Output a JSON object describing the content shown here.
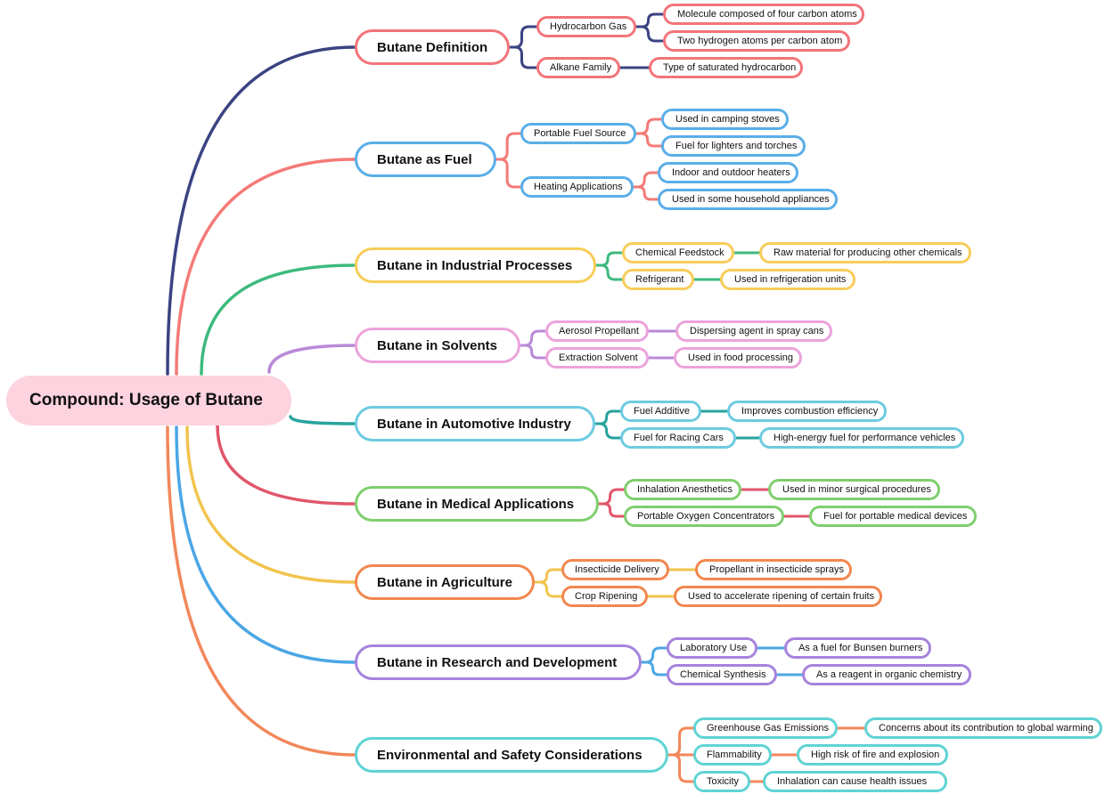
{
  "root": {
    "label": "Compound: Usage of Butane"
  },
  "branches": [
    {
      "label": "Butane Definition",
      "line_color": "#3b4382",
      "box_color": "#f27479",
      "children": [
        {
          "label": "Hydrocarbon Gas",
          "leaves": [
            "Molecule composed of four carbon atoms",
            "Two hydrogen atoms per carbon atom"
          ]
        },
        {
          "label": "Alkane Family",
          "leaves": [
            "Type of saturated hydrocarbon"
          ]
        }
      ]
    },
    {
      "label": "Butane as Fuel",
      "line_color": "#f47a77",
      "box_color": "#5aaee8",
      "children": [
        {
          "label": "Portable Fuel Source",
          "leaves": [
            "Used in camping stoves",
            "Fuel for lighters and torches"
          ]
        },
        {
          "label": "Heating Applications",
          "leaves": [
            "Indoor and outdoor heaters",
            "Used in some household appliances"
          ]
        }
      ]
    },
    {
      "label": "Butane in Industrial Processes",
      "line_color": "#3dba7e",
      "box_color": "#f7cc58",
      "children": [
        {
          "label": "Chemical Feedstock",
          "leaves": [
            "Raw material for producing other chemicals"
          ]
        },
        {
          "label": "Refrigerant",
          "leaves": [
            "Used in refrigeration units"
          ]
        }
      ]
    },
    {
      "label": "Butane in Solvents",
      "line_color": "#b98ad8",
      "box_color": "#eca3db",
      "children": [
        {
          "label": "Aerosol Propellant",
          "leaves": [
            "Dispersing agent in spray cans"
          ]
        },
        {
          "label": "Extraction Solvent",
          "leaves": [
            "Used in food processing"
          ]
        }
      ]
    },
    {
      "label": "Butane in Automotive Industry",
      "line_color": "#27a39d",
      "box_color": "#6ccbe0",
      "children": [
        {
          "label": "Fuel Additive",
          "leaves": [
            "Improves combustion efficiency"
          ]
        },
        {
          "label": "Fuel for Racing Cars",
          "leaves": [
            "High-energy fuel for performance vehicles"
          ]
        }
      ]
    },
    {
      "label": "Butane in Medical Applications",
      "line_color": "#e0566a",
      "box_color": "#7fcf6e",
      "children": [
        {
          "label": "Inhalation Anesthetics",
          "leaves": [
            "Used in minor surgical procedures"
          ]
        },
        {
          "label": "Portable Oxygen Concentrators",
          "leaves": [
            "Fuel for portable medical devices"
          ]
        }
      ]
    },
    {
      "label": "Butane in Agriculture",
      "line_color": "#f1c44e",
      "box_color": "#f2874f",
      "children": [
        {
          "label": "Insecticide Delivery",
          "leaves": [
            "Propellant in insecticide sprays"
          ]
        },
        {
          "label": "Crop Ripening",
          "leaves": [
            "Used to accelerate ripening of certain fruits"
          ]
        }
      ]
    },
    {
      "label": "Butane in Research and Development",
      "line_color": "#4ba6e5",
      "box_color": "#a683dd",
      "children": [
        {
          "label": "Laboratory Use",
          "leaves": [
            "As a fuel for Bunsen burners"
          ]
        },
        {
          "label": "Chemical Synthesis",
          "leaves": [
            "As a reagent in organic chemistry"
          ]
        }
      ]
    },
    {
      "label": "Environmental and Safety Considerations",
      "line_color": "#f2875a",
      "box_color": "#5fd3d4",
      "children": [
        {
          "label": "Greenhouse Gas Emissions",
          "leaves": [
            "Concerns about its contribution to global warming"
          ]
        },
        {
          "label": "Flammability",
          "leaves": [
            "High risk of fire and explosion"
          ]
        },
        {
          "label": "Toxicity",
          "leaves": [
            "Inhalation can cause health issues"
          ]
        }
      ]
    }
  ]
}
